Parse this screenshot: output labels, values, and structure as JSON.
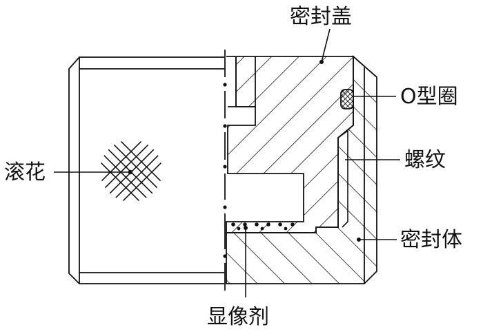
{
  "labels": {
    "seal_cap": "密封盖",
    "o_ring": "O型圈",
    "thread": "螺纹",
    "seal_body": "密封体",
    "knurl": "滚花",
    "developer": "显像剂"
  },
  "colors": {
    "line": "#111111",
    "background": "#ffffff"
  }
}
